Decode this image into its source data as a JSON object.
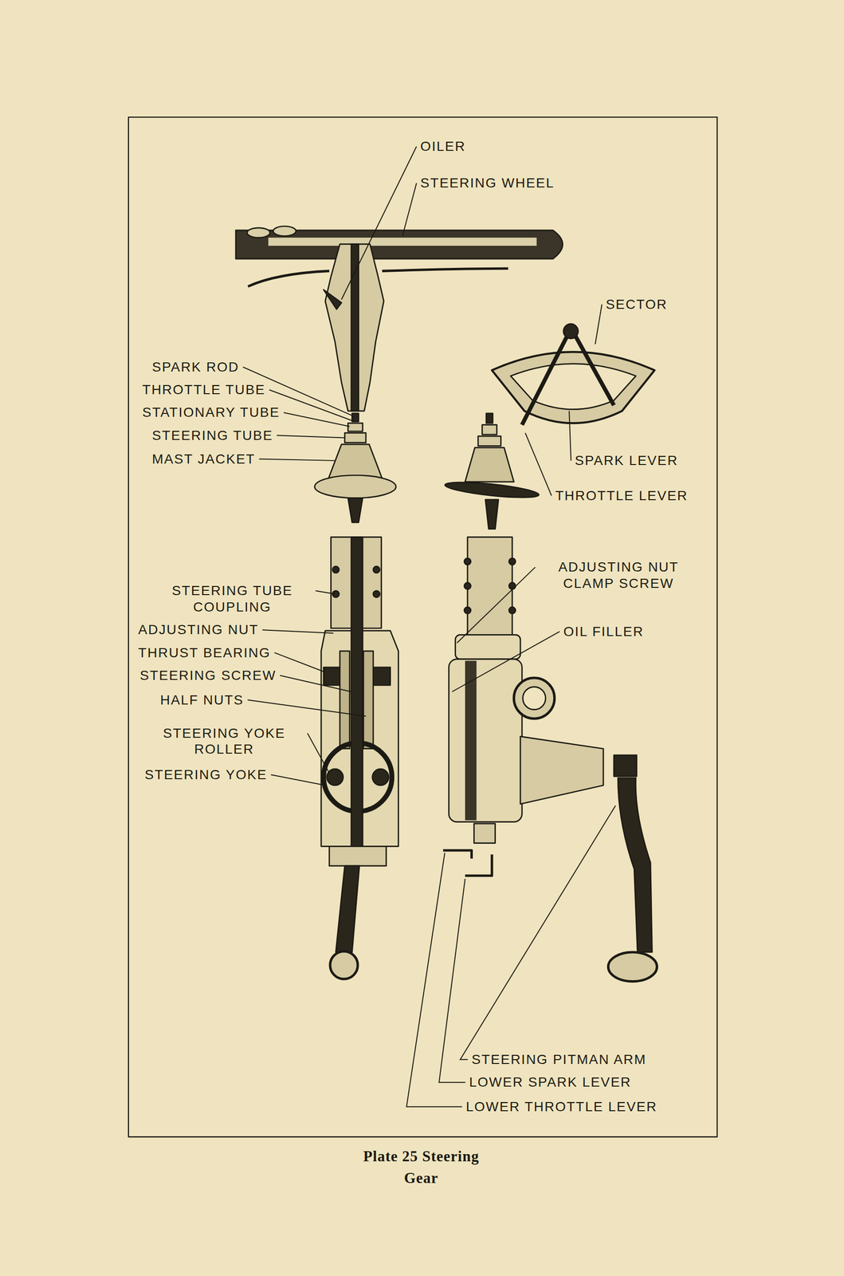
{
  "diagram": {
    "caption": "Plate 25 Steering Gear",
    "labels": [
      "OILER",
      "STEERING WHEEL",
      "SECTOR",
      "SPARK ROD",
      "THROTTLE TUBE",
      "STATIONARY TUBE",
      "STEERING TUBE",
      "MAST JACKET",
      "SPARK LEVER",
      "THROTTLE LEVER",
      "STEERING TUBE COUPLING",
      "ADJUSTING NUT CLAMP SCREW",
      "ADJUSTING NUT",
      "OIL FILLER",
      "THRUST BEARING",
      "STEERING SCREW",
      "HALF NUTS",
      "STEERING YOKE ROLLER",
      "STEERING YOKE",
      "STEERING PITMAN ARM",
      "LOWER SPARK LEVER",
      "LOWER THROTTLE LEVER"
    ]
  }
}
